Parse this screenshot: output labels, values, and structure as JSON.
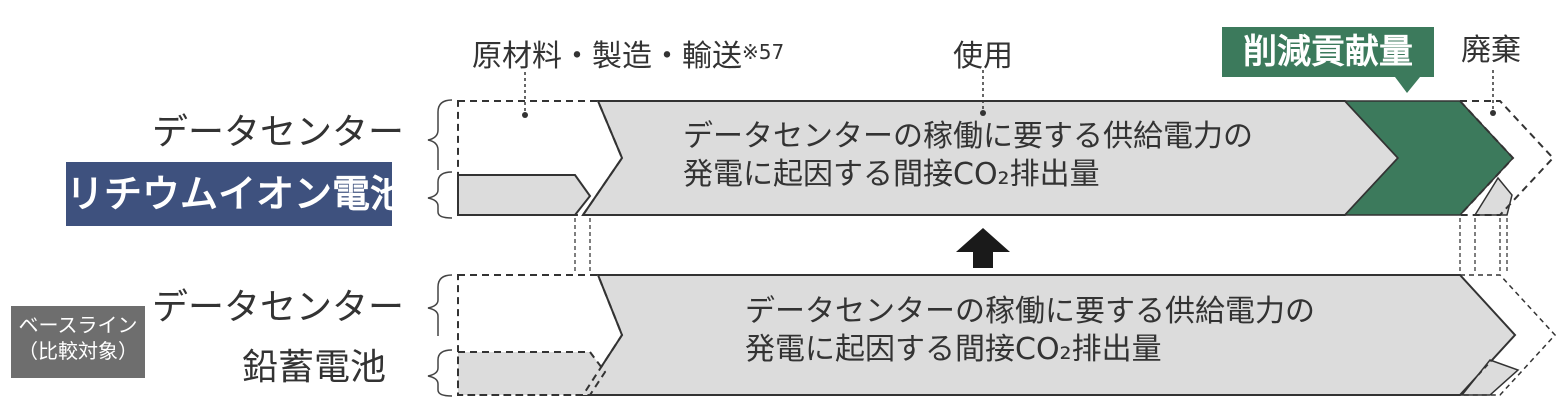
{
  "stages": {
    "raw_materials": "原材料・製造・輸送",
    "raw_materials_note": "※57",
    "use": "使用",
    "reduction": "削減貢献量",
    "disposal": "廃棄"
  },
  "rows": {
    "lithium": {
      "line1": "データセンター",
      "line2": "リチウムイオン電池",
      "bar_text_line1": "データセンターの稼働に要する供給電力の",
      "bar_text_line2": "発電に起因する間接CO₂排出量"
    },
    "baseline": {
      "badge_line1": "ベースライン",
      "badge_line2": "（比較対象）",
      "line1": "データセンター",
      "line2": "鉛蓄電池",
      "bar_text_line1": "データセンターの稼働に要する供給電力の",
      "bar_text_line2": "発電に起因する間接CO₂排出量"
    }
  },
  "colors": {
    "bar_fill": "#dcdcdc",
    "lithium_badge": "#3e517e",
    "reduction_green": "#3c7a5c",
    "baseline_badge": "#6e6e6e"
  },
  "icons": {
    "comparison_arrow": "arrow-up-icon"
  }
}
